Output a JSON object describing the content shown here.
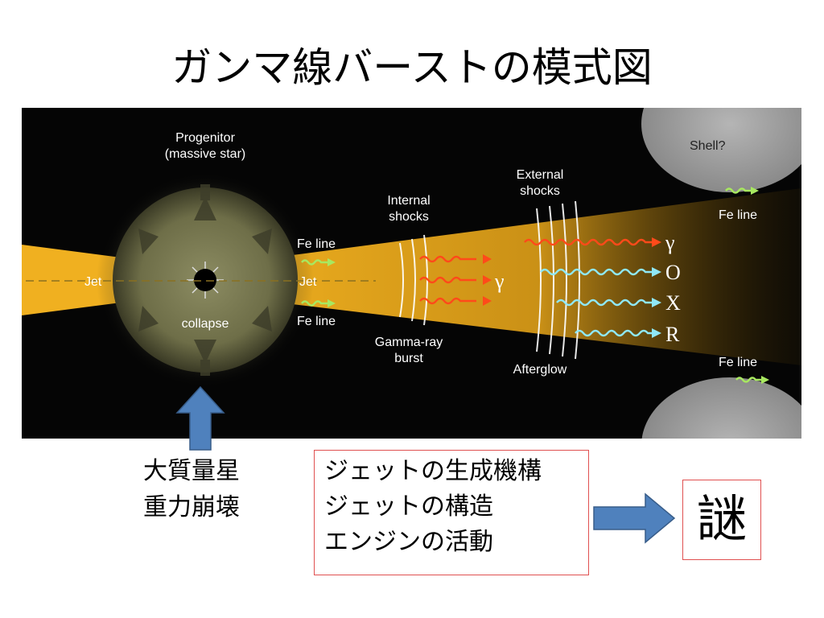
{
  "slide": {
    "title": "ガンマ線バーストの模式図"
  },
  "figure": {
    "labels": {
      "progenitor_line1": "Progenitor",
      "progenitor_line2": "(massive star)",
      "jet_left": "Jet",
      "jet_right": "Jet",
      "collapse": "collapse",
      "fe_line_upper": "Fe line",
      "fe_line_lower": "Fe line",
      "internal_shocks_line1": "Internal",
      "internal_shocks_line2": "shocks",
      "external_shocks_line1": "External",
      "external_shocks_line2": "shocks",
      "gamma_ray_burst_line1": "Gamma-ray",
      "gamma_ray_burst_line2": "burst",
      "afterglow": "Afterglow",
      "shell": "Shell?",
      "fe_line_shell_top": "Fe line",
      "fe_line_shell_bottom": "Fe line",
      "gamma_internal": "γ",
      "gamma_external": "γ",
      "optical": "O",
      "xray": "X",
      "radio": "R"
    },
    "colors": {
      "background": "#050505",
      "jet": "#f0b020",
      "internal_wave": "#ff4a1a",
      "afterglow_wave": "#8fe8f8",
      "fe_wave": "#a8e860",
      "arrow_blue": "#4f81bd"
    }
  },
  "captions": {
    "progenitor_note_line1": "大質量星",
    "progenitor_note_line2": "重力崩壊",
    "mystery_line1": "ジェットの生成機構",
    "mystery_line2": "ジェットの構造",
    "mystery_line3": "エンジンの活動",
    "enigma": "謎"
  }
}
